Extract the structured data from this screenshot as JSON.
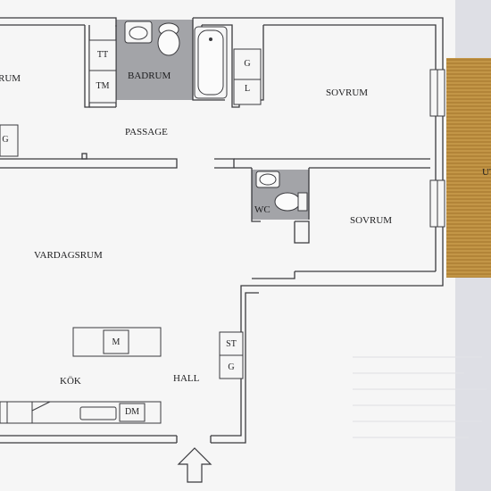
{
  "rooms": {
    "sovrum_left": "SOVRUM",
    "badrum": "BADRUM",
    "sovrum_top_right": "SOVRUM",
    "passage": "PASSAGE",
    "wc": "WC",
    "sovrum_mid_right": "SOVRUM",
    "vardagsrum": "VARDAGSRUM",
    "kok": "KÖK",
    "hall": "HALL",
    "uteplats": "UT"
  },
  "fixtures": {
    "tt": "TT",
    "tm": "TM",
    "g_top": "G",
    "l": "L",
    "g_left": "G",
    "m": "M",
    "st": "ST",
    "g_hall": "G",
    "dm": "DM"
  },
  "colors": {
    "paper": "#f6f6f6",
    "wall": "#3a3a3e",
    "wet_room": "#a3a4a8",
    "deck": "#b98a3a",
    "background": "#dedfe5"
  }
}
